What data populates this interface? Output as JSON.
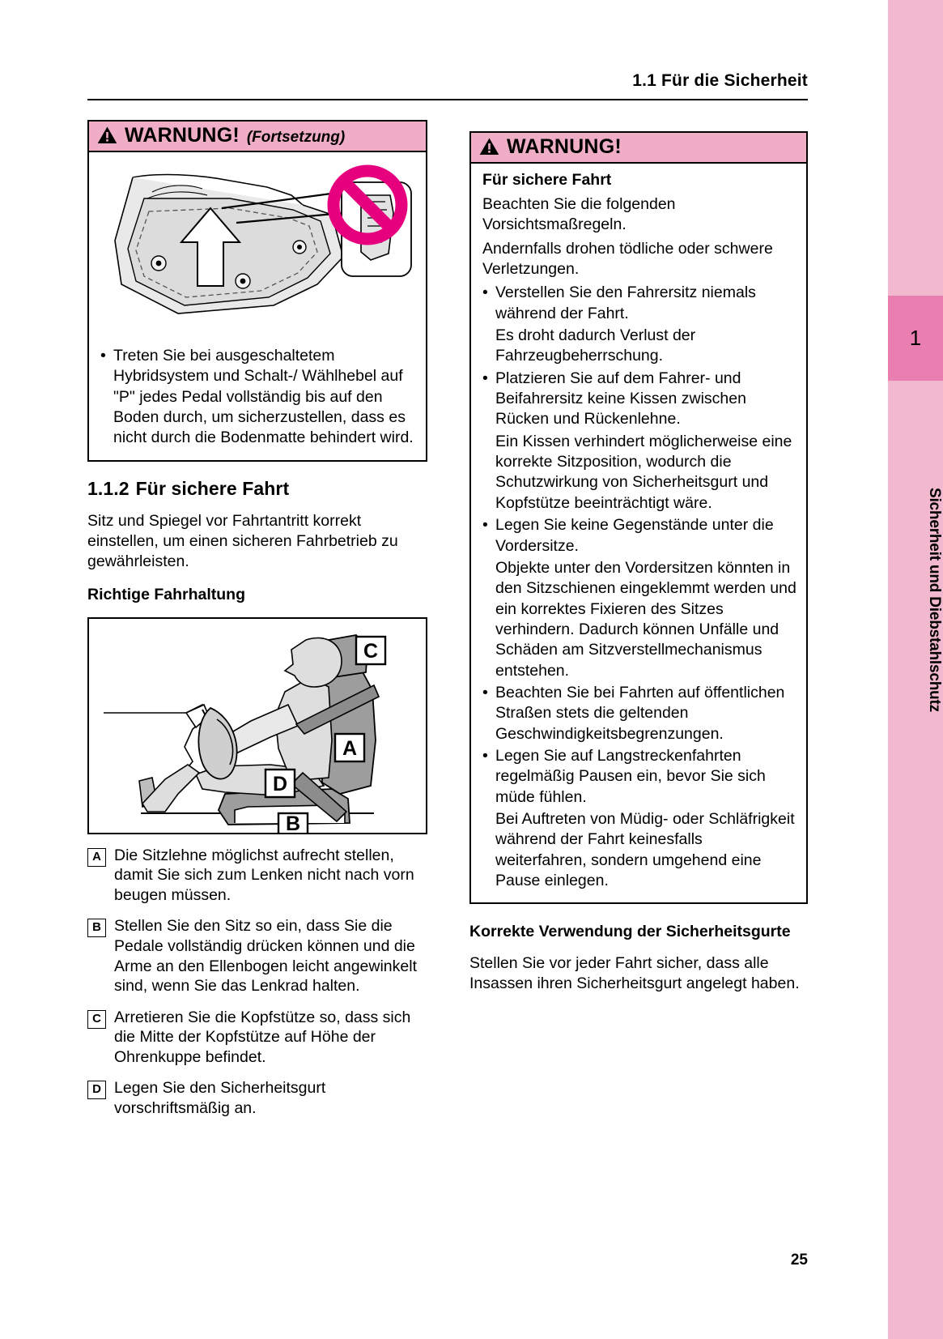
{
  "header": {
    "title": "1.1  Für die Sicherheit"
  },
  "side_tab": {
    "chapter_number": "1",
    "chapter_label": "Sicherheit und Diebstahlschutz",
    "background_color": "#f2b8cd",
    "number_background_color": "#e87fb0"
  },
  "page_number": "25",
  "left_column": {
    "warning": {
      "icon": "warning-triangle-icon",
      "title": "WARNUNG!",
      "continuation": "(Fortsetzung)",
      "header_color": "#f0aec6",
      "figure_caption_alt": "Fußmatte und Pedal mit Verbotszeichen",
      "bullets": [
        "Treten Sie bei ausgeschaltetem Hybridsystem und Schalt-/ Wählhebel auf \"P\" jedes Pedal vollständig bis auf den Boden durch, um sicherzustellen, dass es nicht durch die Bodenmatte behindert wird."
      ]
    },
    "section": {
      "number": "1.1.2",
      "title": "Für sichere Fahrt",
      "intro": "Sitz und Spiegel vor Fahrtantritt korrekt einstellen, um einen sicheren Fahrbetrieb zu gewährleisten.",
      "subheading": "Richtige Fahrhaltung",
      "figure_labels": [
        "A",
        "B",
        "C",
        "D"
      ],
      "keyed_items": [
        {
          "key": "A",
          "text": "Die Sitzlehne möglichst aufrecht stellen, damit Sie sich zum Lenken nicht nach vorn beugen müssen."
        },
        {
          "key": "B",
          "text": "Stellen Sie den Sitz so ein, dass Sie die Pedale vollständig drücken können und die Arme an den Ellenbogen leicht angewinkelt sind, wenn Sie das Lenkrad halten."
        },
        {
          "key": "C",
          "text": "Arretieren Sie die Kopfstütze so, dass sich die Mitte der Kopfstütze auf Höhe der Ohrenkuppe befindet."
        },
        {
          "key": "D",
          "text": "Legen Sie den Sicherheitsgurt vorschriftsmäßig an."
        }
      ]
    }
  },
  "right_column": {
    "warning": {
      "icon": "warning-triangle-icon",
      "title": "WARNUNG!",
      "header_color": "#f0aec6",
      "subheading": "Für sichere Fahrt",
      "intro1": "Beachten Sie die folgenden Vorsichtsmaßregeln.",
      "intro2": "Andernfalls drohen tödliche oder schwere Verletzungen.",
      "blocks": [
        {
          "bullet": "Verstellen Sie den Fahrersitz niemals während der Fahrt.",
          "note": "Es droht dadurch Verlust der Fahrzeugbeherrschung."
        },
        {
          "bullet": "Platzieren Sie auf dem Fahrer- und Beifahrersitz keine Kissen zwischen Rücken und Rückenlehne.",
          "note": "Ein Kissen verhindert möglicherweise eine korrekte Sitzposition, wodurch die Schutzwirkung von Sicherheitsgurt und Kopfstütze beeinträchtigt wäre."
        },
        {
          "bullet": "Legen Sie keine Gegenstände unter die Vordersitze.",
          "note": "Objekte unter den Vordersitzen könnten in den Sitzschienen eingeklemmt werden und ein korrektes Fixieren des Sitzes verhindern. Dadurch können Unfälle und Schäden am Sitzverstellmechanismus entstehen."
        },
        {
          "bullet": "Beachten Sie bei Fahrten auf öffentlichen Straßen stets die geltenden Geschwindigkeitsbegrenzungen.",
          "note": ""
        },
        {
          "bullet": "Legen Sie auf Langstreckenfahrten regelmäßig Pausen ein, bevor Sie sich müde fühlen.",
          "note": "Bei Auftreten von Müdig- oder Schläfrigkeit während der Fahrt keinesfalls weiterfahren, sondern umgehend eine Pause einlegen."
        }
      ]
    },
    "belt_section": {
      "heading": "Korrekte Verwendung der Sicherheitsgurte",
      "body": "Stellen Sie vor jeder Fahrt sicher, dass alle Insassen ihren Sicherheitsgurt angelegt haben."
    }
  }
}
